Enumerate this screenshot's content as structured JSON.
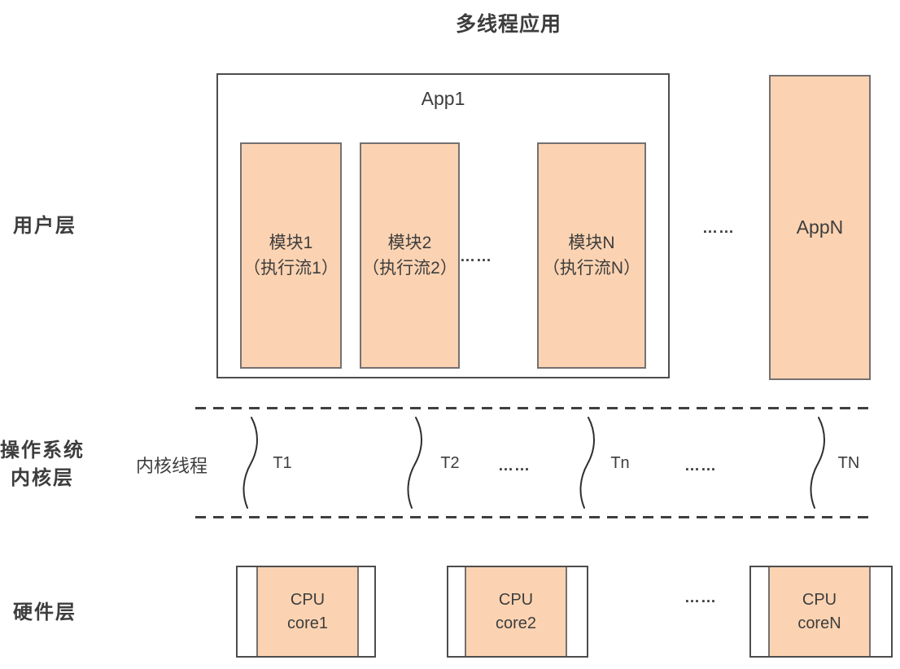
{
  "title": "多线程应用",
  "colors": {
    "box_fill": "#fcd3b2",
    "box_border": "#757070",
    "frame_border": "#4d4d4d",
    "text": "#3d3d3d"
  },
  "layer_labels": {
    "user": "用户层",
    "kernel_line1": "操作系统",
    "kernel_line2": "内核层",
    "hardware": "硬件层"
  },
  "user_layer": {
    "app1": {
      "title": "App1",
      "modules": [
        {
          "line1": "模块1",
          "line2": "（执行流1）"
        },
        {
          "line1": "模块2",
          "line2": "（执行流2）"
        },
        {
          "line1": "模块N",
          "line2": "（执行流N）"
        }
      ],
      "ellipsis": "……"
    },
    "apps_ellipsis": "……",
    "appN_title": "AppN"
  },
  "kernel_layer": {
    "label": "内核线程",
    "threads": [
      "T1",
      "T2",
      "Tn",
      "TN"
    ],
    "ellipsis_1": "……",
    "ellipsis_2": "……"
  },
  "hardware_layer": {
    "cores": [
      {
        "line1": "CPU",
        "line2": "core1"
      },
      {
        "line1": "CPU",
        "line2": "core2"
      },
      {
        "line1": "CPU",
        "line2": "coreN"
      }
    ],
    "ellipsis": "……"
  }
}
